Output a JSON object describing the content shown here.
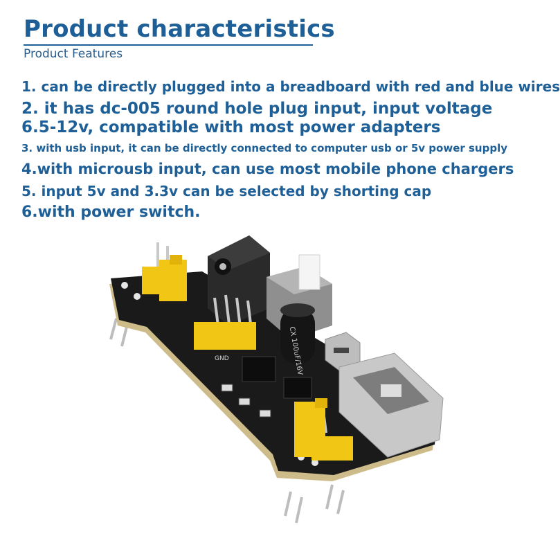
{
  "header": {
    "title": "Product characteristics",
    "subtitle": "Product Features"
  },
  "features": [
    "1. can be directly plugged into a breadboard with red and blue wires",
    "2. it has dc-005 round hole plug input, input voltage",
    "6.5-12v, compatible with most power adapters",
    "3. with usb input, it can be directly connected to computer usb or 5v power supply",
    "4.with microusb input, can use most mobile phone chargers",
    "5. input 5v and 3.3v can be selected by shorting cap",
    "6.with power switch."
  ],
  "board": {
    "capacitor_text": "CX 100uF/16V",
    "gnd_label": "GND",
    "colors": {
      "pcb": "#1a1a1a",
      "pcb_edge": "#cdbb8a",
      "header": "#f2c614",
      "pin": "#c9c9c9",
      "title_blue": "#1d5f96"
    }
  }
}
